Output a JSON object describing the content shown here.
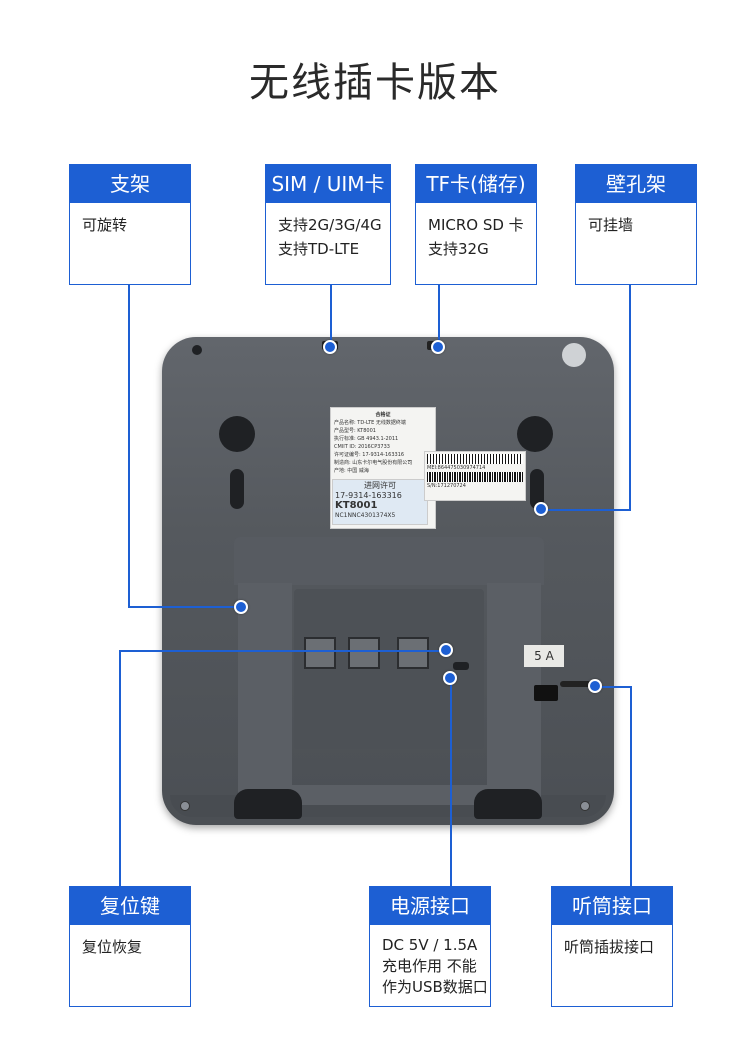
{
  "title": "无线插卡版本",
  "cards": {
    "stand": {
      "title": "支架",
      "lines": [
        "可旋转"
      ]
    },
    "sim": {
      "title": "SIM / UIM卡",
      "lines": [
        "支持2G/3G/4G",
        "支持TD-LTE"
      ]
    },
    "tf": {
      "title": "TF卡(储存)",
      "lines": [
        "MICRO SD 卡",
        "支持32G"
      ]
    },
    "wall": {
      "title": "壁孔架",
      "lines": [
        "可挂墙"
      ]
    },
    "reset": {
      "title": "复位键",
      "lines": [
        "复位恢复"
      ]
    },
    "power": {
      "title": "电源接口",
      "lines": [
        "DC 5V / 1.5A",
        "充电作用 不能",
        "作为USB数据口"
      ]
    },
    "handset": {
      "title": "听筒接口",
      "lines": [
        "听筒插拔接口"
      ]
    }
  },
  "device": {
    "cert_label": [
      "合格证",
      "产品名称: TD-LTE 无线数据终端",
      "产品型号: KT8001",
      "执行标准: GB 4943.1-2011",
      "CMIIT ID: 2016CP3733",
      "许可证编号: 17-9314-163316",
      "制造商: 山东卡尔电气股份有限公司",
      "产地: 中国 威海"
    ],
    "license_text": "进网许可",
    "license_code": "17-9314-163316",
    "model": "KT8001",
    "serial": "NC1NNC4301374X5",
    "imei_label": "MEI:864475030974714",
    "sn_label": "S/N:171270724",
    "side_text": "5 A"
  },
  "colors": {
    "accent": "#1d5fd3",
    "device_body": "#55595e"
  }
}
